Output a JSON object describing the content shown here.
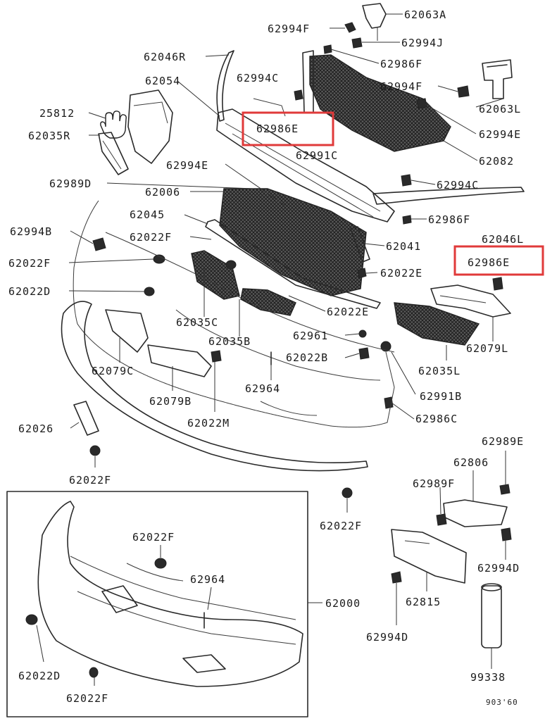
{
  "labels": [
    {
      "id": "62063a",
      "text": "62063A"
    },
    {
      "id": "62994f-top",
      "text": "62994F"
    },
    {
      "id": "62994j",
      "text": "62994J"
    },
    {
      "id": "62046r",
      "text": "62046R"
    },
    {
      "id": "62986f-top",
      "text": "62986F"
    },
    {
      "id": "62054",
      "text": "62054"
    },
    {
      "id": "62994c-top",
      "text": "62994C"
    },
    {
      "id": "62994f-mid",
      "text": "62994F"
    },
    {
      "id": "25812",
      "text": "25812"
    },
    {
      "id": "62063l",
      "text": "62063L"
    },
    {
      "id": "62035r",
      "text": "62035R"
    },
    {
      "id": "62986e-top",
      "text": "62986E"
    },
    {
      "id": "62994e-right",
      "text": "62994E"
    },
    {
      "id": "62991c",
      "text": "62991C"
    },
    {
      "id": "62082",
      "text": "62082"
    },
    {
      "id": "62994e-left",
      "text": "62994E"
    },
    {
      "id": "62989d",
      "text": "62989D"
    },
    {
      "id": "62994c-mid",
      "text": "62994C"
    },
    {
      "id": "62006",
      "text": "62006"
    },
    {
      "id": "62045",
      "text": "62045"
    },
    {
      "id": "62986f-mid",
      "text": "62986F"
    },
    {
      "id": "62994b",
      "text": "62994B"
    },
    {
      "id": "62022f-a",
      "text": "62022F"
    },
    {
      "id": "62046l",
      "text": "62046L"
    },
    {
      "id": "62041",
      "text": "62041"
    },
    {
      "id": "62022f-b",
      "text": "62022F"
    },
    {
      "id": "62986e-right",
      "text": "62986E"
    },
    {
      "id": "62022e-a",
      "text": "62022E"
    },
    {
      "id": "62022d-a",
      "text": "62022D"
    },
    {
      "id": "62022e-b",
      "text": "62022E"
    },
    {
      "id": "62035c",
      "text": "62035C"
    },
    {
      "id": "62961",
      "text": "62961"
    },
    {
      "id": "62035b",
      "text": "62035B"
    },
    {
      "id": "62079l",
      "text": "62079L"
    },
    {
      "id": "62022b",
      "text": "62022B"
    },
    {
      "id": "62079c",
      "text": "62079C"
    },
    {
      "id": "62035l",
      "text": "62035L"
    },
    {
      "id": "62964-a",
      "text": "62964"
    },
    {
      "id": "62991b",
      "text": "62991B"
    },
    {
      "id": "62079b",
      "text": "62079B"
    },
    {
      "id": "62986c",
      "text": "62986C"
    },
    {
      "id": "62022m",
      "text": "62022M"
    },
    {
      "id": "62026",
      "text": "62026"
    },
    {
      "id": "62989e",
      "text": "62989E"
    },
    {
      "id": "62806",
      "text": "62806"
    },
    {
      "id": "62022f-c",
      "text": "62022F"
    },
    {
      "id": "62989f",
      "text": "62989F"
    },
    {
      "id": "62022f-d",
      "text": "62022F"
    },
    {
      "id": "62022f-e",
      "text": "62022F"
    },
    {
      "id": "62964-b",
      "text": "62964"
    },
    {
      "id": "62994d-a",
      "text": "62994D"
    },
    {
      "id": "62000",
      "text": "62000"
    },
    {
      "id": "62815",
      "text": "62815"
    },
    {
      "id": "62994d-b",
      "text": "62994D"
    },
    {
      "id": "62022d-b",
      "text": "62022D"
    },
    {
      "id": "62022f-f",
      "text": "62022F"
    },
    {
      "id": "99338",
      "text": "99338"
    },
    {
      "id": "diagram-code",
      "text": "903'60"
    }
  ],
  "highlight_color": "#e03a3a"
}
